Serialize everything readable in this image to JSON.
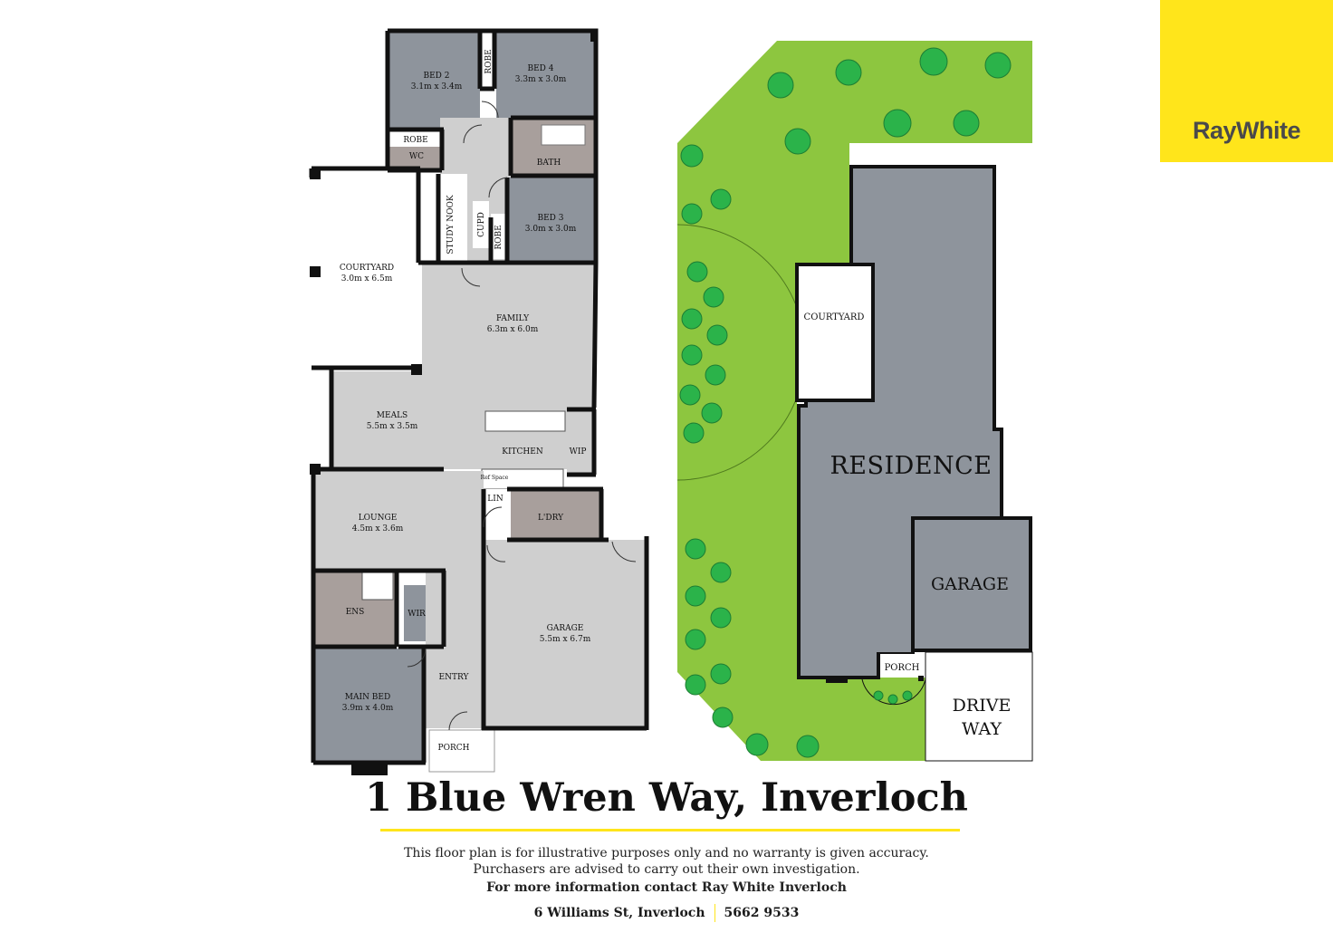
{
  "brand": {
    "name": "RayWhite",
    "color": "#FFE51B"
  },
  "floor_plan": {
    "rooms": [
      {
        "name": "BED 2",
        "size": "3.1m x 3.4m"
      },
      {
        "name": "BED 4",
        "size": "3.3m x 3.0m"
      },
      {
        "name": "ROBE"
      },
      {
        "name": "ROBE"
      },
      {
        "name": "WC"
      },
      {
        "name": "BATH"
      },
      {
        "name": "STUDY NOOK"
      },
      {
        "name": "CUPD"
      },
      {
        "name": "ROBE"
      },
      {
        "name": "BED 3",
        "size": "3.0m x 3.0m"
      },
      {
        "name": "COURTYARD",
        "size": "3.0m x 6.5m"
      },
      {
        "name": "FAMILY",
        "size": "6.3m x 6.0m"
      },
      {
        "name": "MEALS",
        "size": "5.5m x 3.5m"
      },
      {
        "name": "KITCHEN"
      },
      {
        "name": "WIP"
      },
      {
        "name": "Ref Space"
      },
      {
        "name": "LIN"
      },
      {
        "name": "L'DRY"
      },
      {
        "name": "LOUNGE",
        "size": "4.5m x 3.6m"
      },
      {
        "name": "ENS"
      },
      {
        "name": "WIR"
      },
      {
        "name": "GARAGE",
        "size": "5.5m x 6.7m"
      },
      {
        "name": "MAIN BED",
        "size": "3.9m x 4.0m"
      },
      {
        "name": "ENTRY"
      },
      {
        "name": "PORCH"
      }
    ]
  },
  "site_plan": {
    "labels": {
      "courtyard": "COURTYARD",
      "residence": "RESIDENCE",
      "garage": "GARAGE",
      "porch": "PORCH",
      "driveway_1": "DRIVE",
      "driveway_2": "WAY"
    }
  },
  "address": "1 Blue Wren Way, Inverloch",
  "disclaimer": {
    "line1": "This floor plan is for illustrative purposes only and no warranty is given accuracy.",
    "line2": "Purchasers are advised to carry out their own investigation.",
    "line3": "For more information contact Ray White Inverloch"
  },
  "contact": {
    "office_address": "6 Williams St, Inverloch",
    "phone": "5662 9533"
  },
  "colors": {
    "bedroom": "#8E949C",
    "wet_area": "#A89F9C",
    "living": "#CFCFCF",
    "lawn": "#8DC63F",
    "tree": "#2BB34A",
    "wall": "#111111"
  }
}
